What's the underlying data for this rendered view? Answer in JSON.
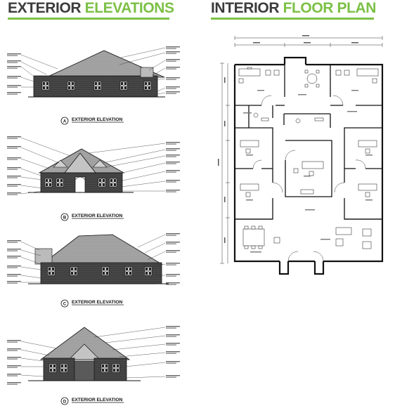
{
  "headers": {
    "left": {
      "part1": "EXTERIOR ",
      "part2": "ELEVATIONS"
    },
    "right": {
      "part1": "INTERIOR ",
      "part2": "FLOOR PLAN"
    }
  },
  "colors": {
    "accent": "#7cc045",
    "heading": "#3c3c3c",
    "line": "#1a1a1a",
    "roof": "#9a9a9a"
  },
  "elevations": [
    {
      "tag": "A",
      "title": "EXTERIOR ELEVATION"
    },
    {
      "tag": "B",
      "title": "EXTERIOR ELEVATION"
    },
    {
      "tag": "C",
      "title": "EXTERIOR ELEVATION"
    },
    {
      "tag": "D",
      "title": "EXTERIOR ELEVATION"
    }
  ]
}
